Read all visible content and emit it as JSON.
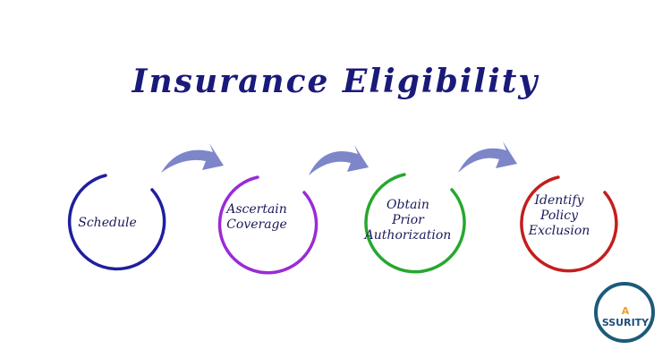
{
  "title": "Insurance Eligibility",
  "steps": [
    {
      "label_lines": [
        "Schedule"
      ],
      "color": "#1f1f9e"
    },
    {
      "label_lines": [
        "Ascertain",
        "Coverage"
      ],
      "color": "#9a2bd6"
    },
    {
      "label_lines": [
        "Obtain",
        "Prior",
        "Authorization"
      ],
      "color": "#25a82f"
    },
    {
      "label_lines": [
        "Identify",
        "Policy",
        "Exclusion"
      ],
      "color": "#c41e1e"
    }
  ],
  "arrow_color": "#7d86c9",
  "logo": {
    "text": "A SSURITY",
    "ring_color": "#1c5a7a",
    "accent": "#f0a020",
    "text_color": "#1c4f7a"
  }
}
